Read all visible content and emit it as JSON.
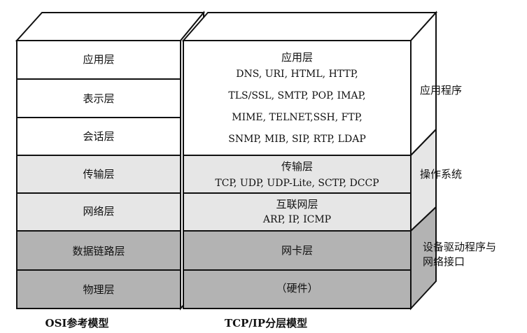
{
  "colors": {
    "white_layer": "#ffffff",
    "light_layer": "#e6e6e6",
    "dark_layer": "#b3b3b3",
    "top_face": "#ffffff",
    "side_face": "#ffffff",
    "outline": "#111111"
  },
  "osi": {
    "caption": "OSI参考模型",
    "layers": [
      "应用层",
      "表示层",
      "会话层",
      "传输层",
      "网络层",
      "数据链路层",
      "物理层"
    ]
  },
  "tcpip": {
    "caption": "TCP/IP分层模型",
    "application": {
      "title": "应用层",
      "protocols": [
        "DNS, URI, HTML, HTTP,",
        "TLS/SSL, SMTP, POP, IMAP,",
        "MIME, TELNET,SSH, FTP,",
        "SNMP, MIB, SIP, RTP, LDAP"
      ]
    },
    "transport": {
      "title": "传输层",
      "protocols": "TCP, UDP, UDP-Lite, SCTP, DCCP"
    },
    "internet": {
      "title": "互联网层",
      "protocols": "ARP, IP, ICMP"
    },
    "link": {
      "title": "网卡层"
    },
    "hardware": {
      "title": "（硬件）"
    }
  },
  "side_labels": {
    "application": "应用程序",
    "os": "操作系统",
    "driver_line1": "设备驱动程序与",
    "driver_line2": "网络接口"
  }
}
